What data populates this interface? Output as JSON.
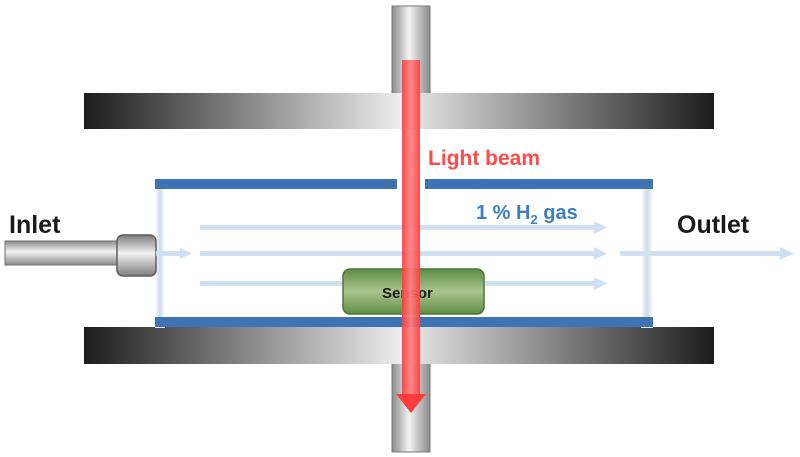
{
  "labels": {
    "inlet": "Inlet",
    "outlet": "Outlet",
    "light_beam": "Light beam",
    "gas_prefix": "1 % H",
    "gas_subscript": "2",
    "gas_suffix": " gas",
    "sensor": "Sensor"
  },
  "colors": {
    "light_beam": "#ff4a4a",
    "gas_label": "#3b7ec4",
    "chamber_wall": "#3f74b4",
    "sensor_fill": "#6e9a50",
    "flow_arrows": "#cfe0f3",
    "plate_dark": "#1c1c1c",
    "plate_light": "#e9e9e9"
  },
  "icons": {
    "beam_arrow": "arrow-down-icon",
    "flow_arrow": "arrow-right-icon"
  }
}
